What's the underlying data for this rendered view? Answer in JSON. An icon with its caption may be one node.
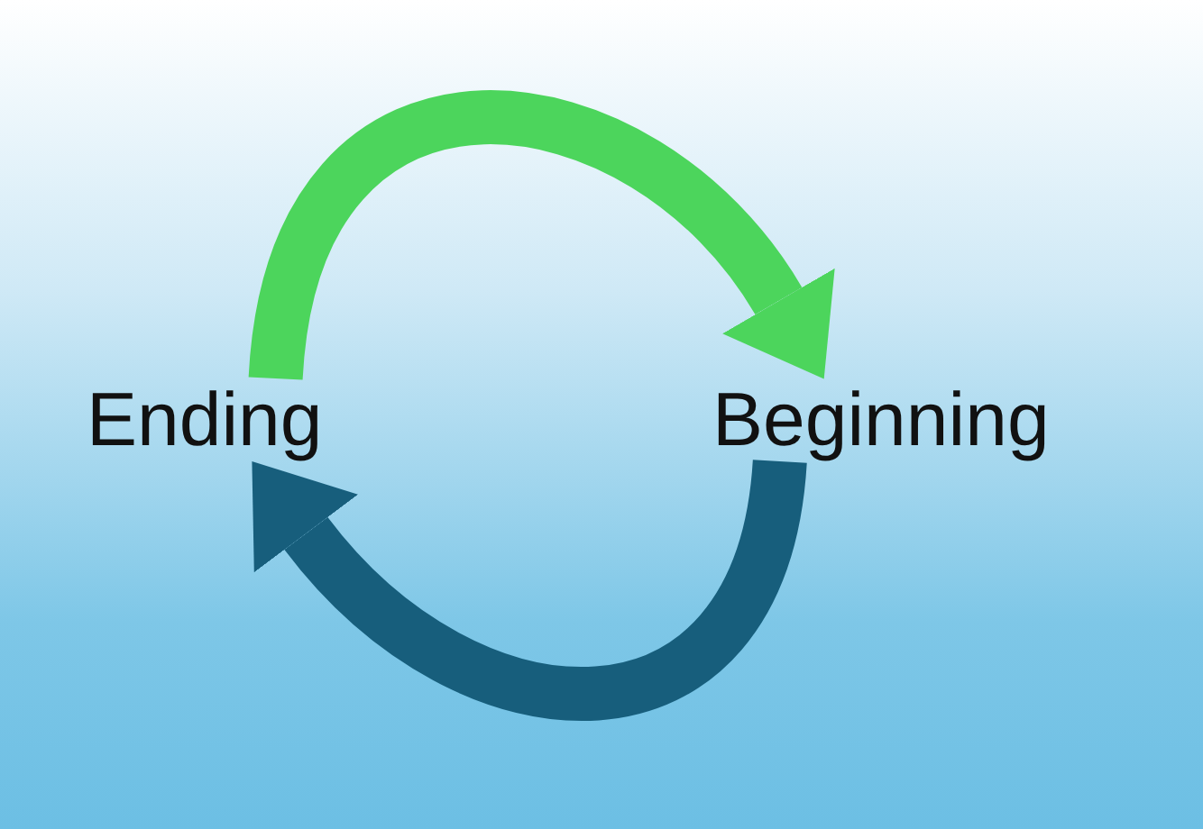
{
  "diagram": {
    "nodes": [
      {
        "text": [
          "Ending"
        ]
      },
      {
        "text": [
          "Beginning"
        ]
      }
    ],
    "edges": [
      {
        "from": 0,
        "to": 1,
        "arrow": "to",
        "color": "#4cd55c"
      },
      {
        "from": 1,
        "to": 0,
        "arrow": "to",
        "color": "#175e7c"
      }
    ]
  }
}
